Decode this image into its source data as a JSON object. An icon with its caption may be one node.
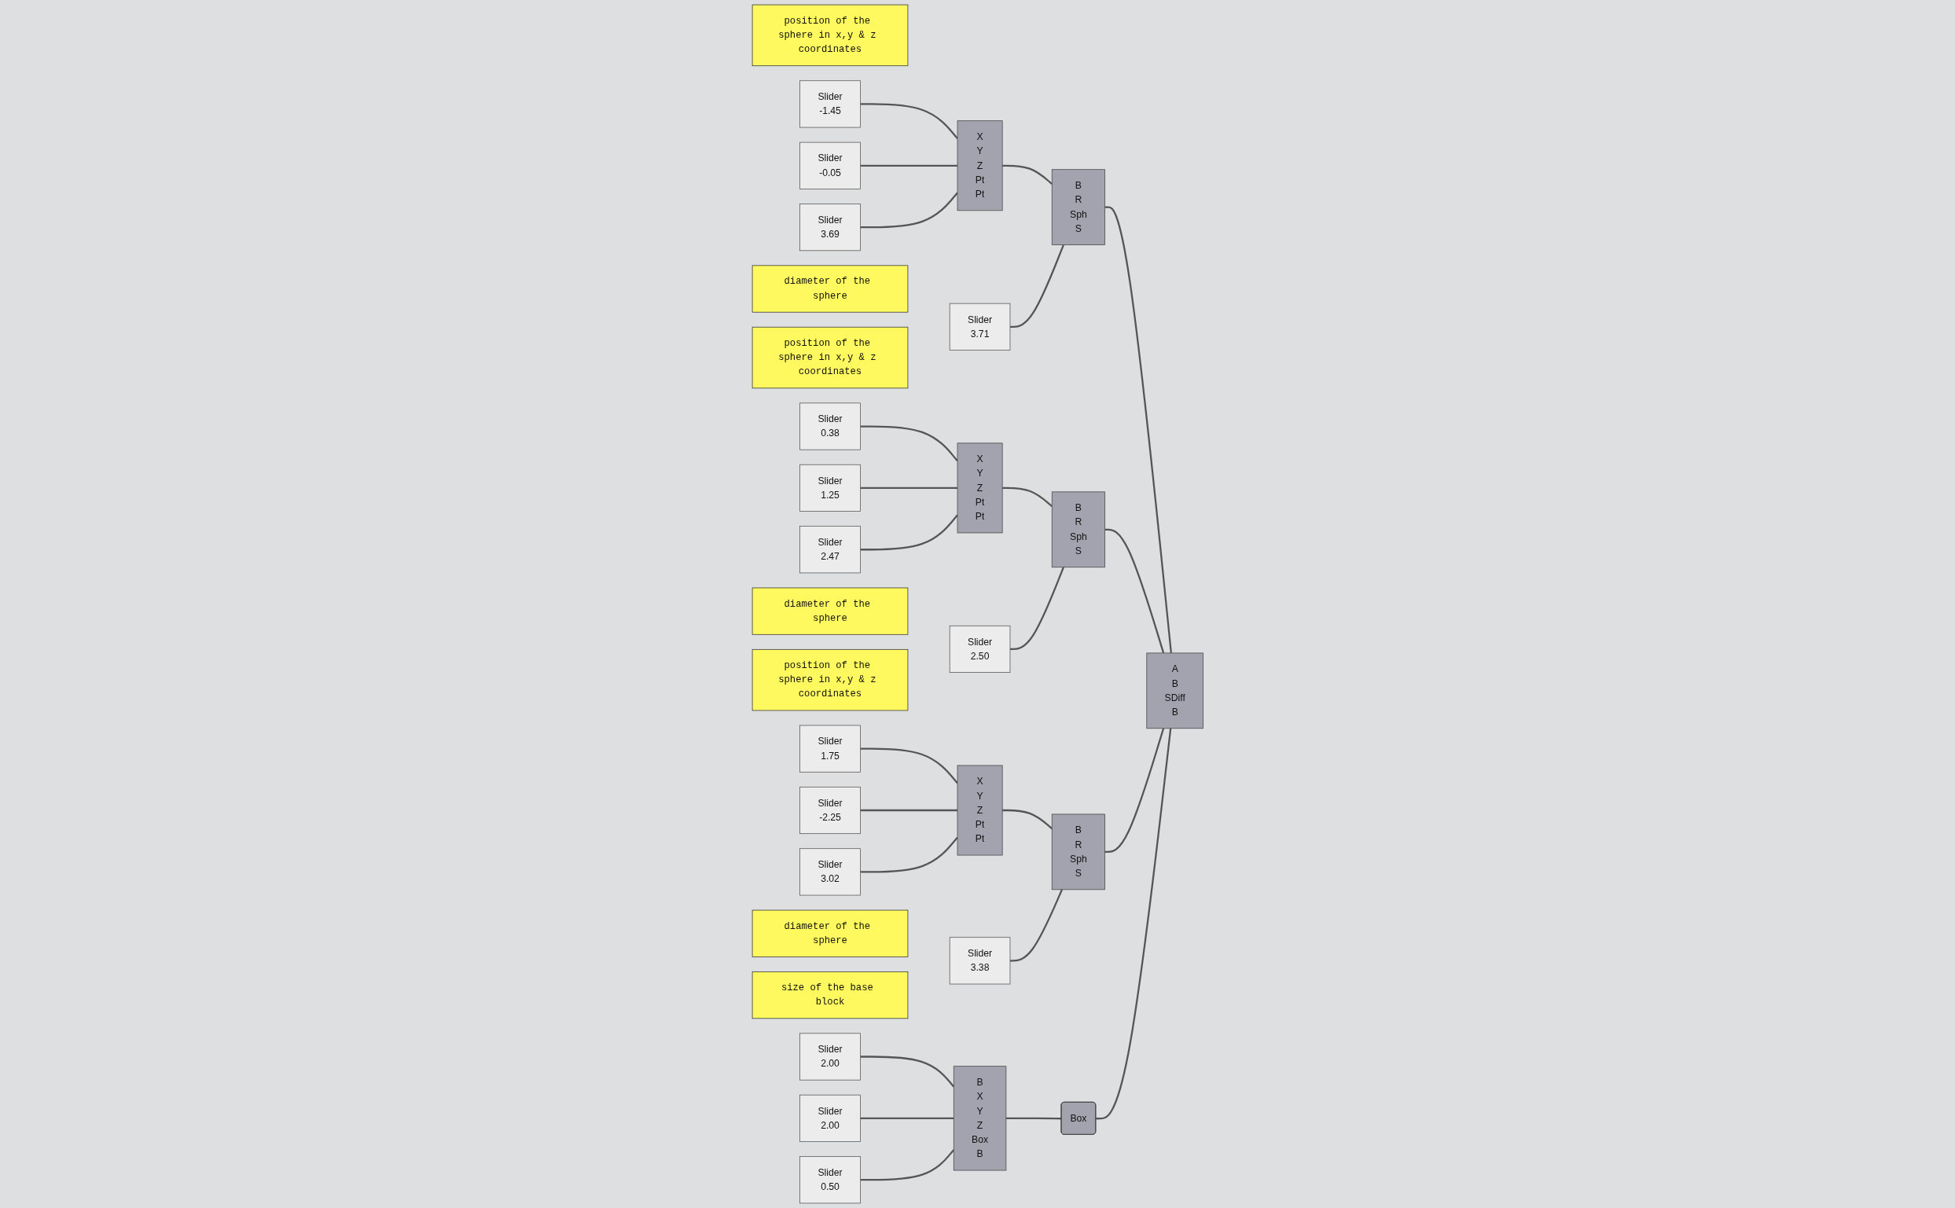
{
  "diagram": {
    "nodes": [
      {
        "text": [
          "position of the sphere in x,y & z coordinates"
        ]
      },
      {
        "text": [
          "Slider",
          "-1.45"
        ]
      },
      {
        "text": [
          "Slider",
          "-0.05"
        ]
      },
      {
        "text": [
          "Slider",
          "3.69"
        ]
      },
      {
        "text": [
          "X",
          "Y",
          "Z",
          "Pt",
          "Pt"
        ]
      },
      {
        "text": [
          "B",
          "R",
          "Sph",
          "S"
        ]
      },
      {
        "text": [
          "Slider",
          "3.71"
        ]
      },
      {
        "text": [
          "diameter of the sphere"
        ]
      },
      {
        "text": [
          "position of the sphere in x,y & z coordinates"
        ]
      },
      {
        "text": [
          "Slider",
          "0.38"
        ]
      },
      {
        "text": [
          "Slider",
          "1.25"
        ]
      },
      {
        "text": [
          "Slider",
          "2.47"
        ]
      },
      {
        "text": [
          "X",
          "Y",
          "Z",
          "Pt",
          "Pt"
        ]
      },
      {
        "text": [
          "B",
          "R",
          "Sph",
          "S"
        ]
      },
      {
        "text": [
          "Slider",
          "2.50"
        ]
      },
      {
        "text": [
          "A",
          "B",
          "SDiff",
          "B"
        ]
      },
      {
        "text": [
          "diameter of the sphere"
        ]
      },
      {
        "text": [
          "position of the sphere in x,y & z coordinates"
        ]
      },
      {
        "text": [
          "Slider",
          "1.75"
        ]
      },
      {
        "text": [
          "Slider",
          "-2.25"
        ]
      },
      {
        "text": [
          "Slider",
          "3.02"
        ]
      },
      {
        "text": [
          "X",
          "Y",
          "Z",
          "Pt",
          "Pt"
        ]
      },
      {
        "text": [
          "B",
          "R",
          "Sph",
          "S"
        ]
      },
      {
        "text": [
          "Slider",
          "3.38"
        ]
      },
      {
        "text": [
          "diameter of the sphere"
        ]
      },
      {
        "text": [
          "size of the base block"
        ]
      },
      {
        "text": [
          "Slider",
          "2.00"
        ]
      },
      {
        "text": [
          "Slider",
          "2.00"
        ]
      },
      {
        "text": [
          "Slider",
          "0.50"
        ]
      },
      {
        "text": [
          "B",
          "X",
          "Y",
          "Z",
          "Box",
          "B"
        ]
      },
      {
        "text": [
          "Box"
        ]
      }
    ],
    "edges": [
      {
        "from": 1,
        "to": 4,
        "arrow": "none"
      },
      {
        "from": 2,
        "to": 4,
        "arrow": "none"
      },
      {
        "from": 3,
        "to": 4,
        "arrow": "none"
      },
      {
        "from": 4,
        "to": 5,
        "arrow": "none"
      },
      {
        "from": 6,
        "to": 5,
        "arrow": "none"
      },
      {
        "from": 5,
        "to": 15,
        "arrow": "none"
      },
      {
        "from": 9,
        "to": 12,
        "arrow": "none"
      },
      {
        "from": 10,
        "to": 12,
        "arrow": "none"
      },
      {
        "from": 11,
        "to": 12,
        "arrow": "none"
      },
      {
        "from": 12,
        "to": 13,
        "arrow": "none"
      },
      {
        "from": 14,
        "to": 13,
        "arrow": "none"
      },
      {
        "from": 13,
        "to": 15,
        "arrow": "none"
      },
      {
        "from": 18,
        "to": 21,
        "arrow": "none"
      },
      {
        "from": 19,
        "to": 21,
        "arrow": "none"
      },
      {
        "from": 20,
        "to": 21,
        "arrow": "none"
      },
      {
        "from": 21,
        "to": 22,
        "arrow": "none"
      },
      {
        "from": 23,
        "to": 22,
        "arrow": "none"
      },
      {
        "from": 22,
        "to": 15,
        "arrow": "none"
      },
      {
        "from": 26,
        "to": 29,
        "arrow": "none"
      },
      {
        "from": 27,
        "to": 29,
        "arrow": "none"
      },
      {
        "from": 28,
        "to": 29,
        "arrow": "none"
      },
      {
        "from": 29,
        "to": 30,
        "arrow": "none"
      },
      {
        "from": 30,
        "to": 15,
        "arrow": "none"
      }
    ]
  }
}
